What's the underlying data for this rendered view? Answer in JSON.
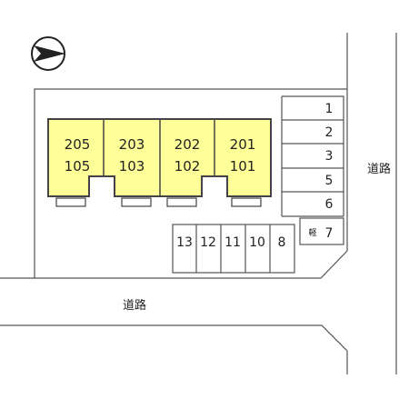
{
  "compass": {
    "icon": "north-arrow-icon"
  },
  "buildings": [
    {
      "upper": "205",
      "lower": "105"
    },
    {
      "upper": "203",
      "lower": "103"
    },
    {
      "upper": "202",
      "lower": "102"
    },
    {
      "upper": "201",
      "lower": "101"
    }
  ],
  "parking_right": [
    {
      "label": "1"
    },
    {
      "label": "2"
    },
    {
      "label": "3"
    },
    {
      "label": "5"
    },
    {
      "label": "6"
    },
    {
      "label": "7",
      "tag": "軽"
    }
  ],
  "parking_bottom": [
    {
      "label": "13"
    },
    {
      "label": "12"
    },
    {
      "label": "11"
    },
    {
      "label": "10"
    },
    {
      "label": "8"
    }
  ],
  "roads": {
    "bottom": "道路",
    "right": "道路"
  },
  "colors": {
    "building_fill": "#ffff99",
    "line": "#444444"
  }
}
